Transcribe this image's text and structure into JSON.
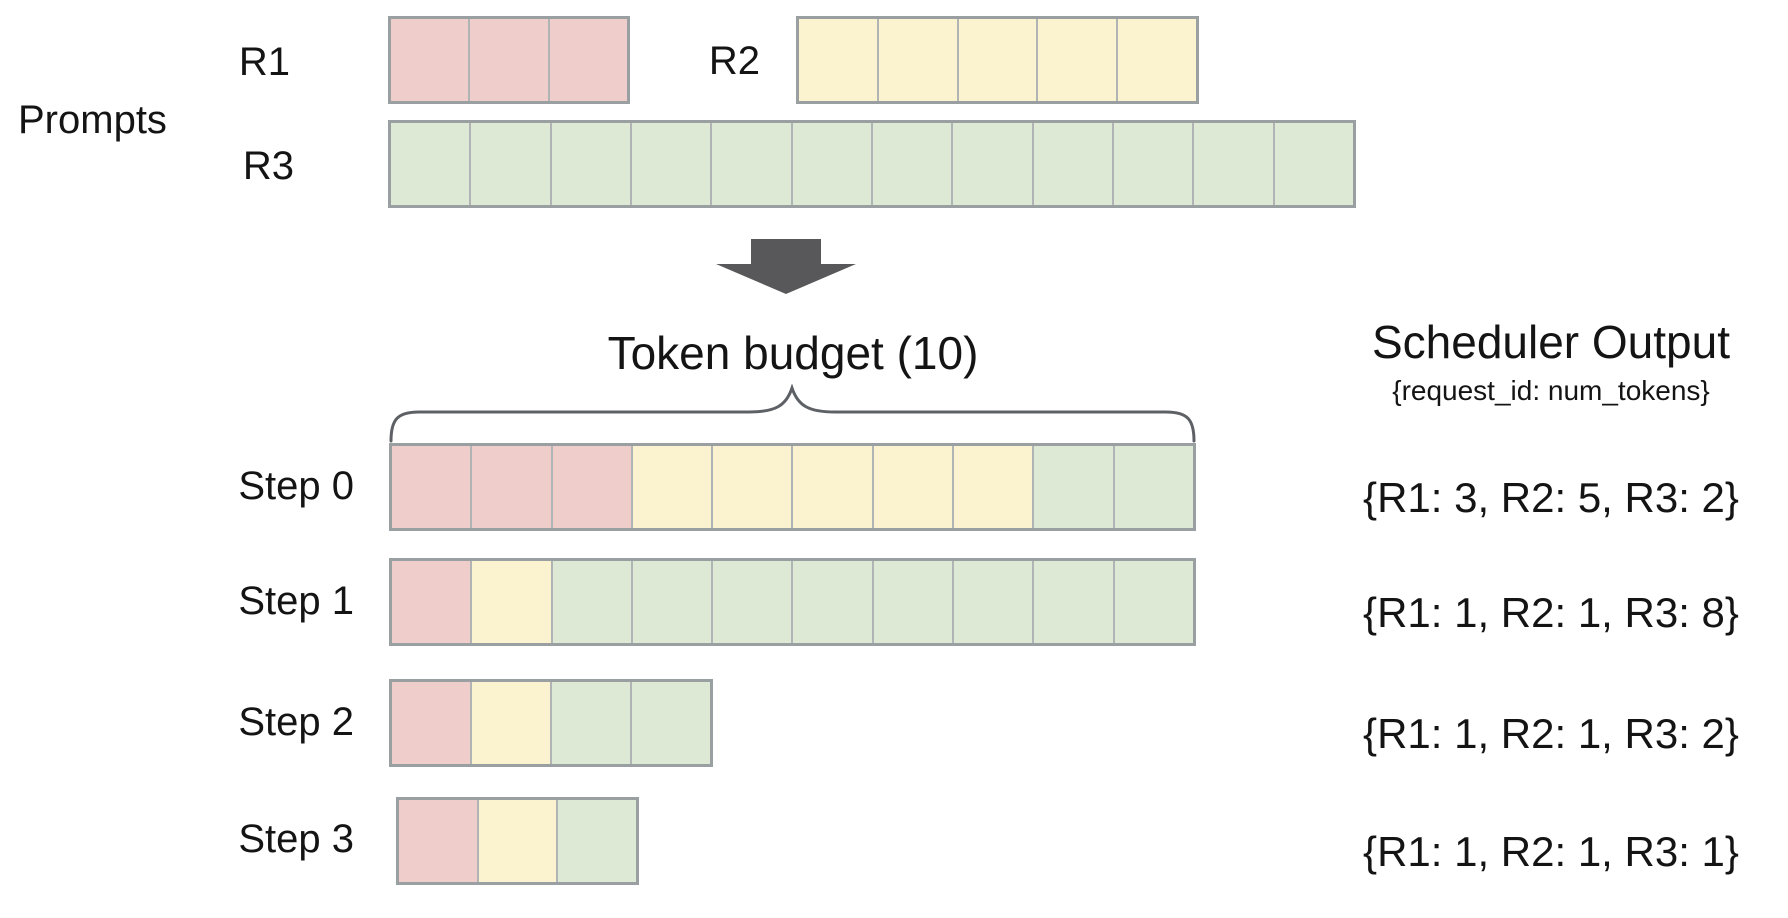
{
  "colors": {
    "R1": "#efcdca",
    "R2": "#fbf2cf",
    "R3": "#dde9d5",
    "arrow": "#58585a",
    "brace": "#5d6165",
    "row_border_outer": "#9aa0a2",
    "row_border_inner": "#b0b4b5",
    "text": "#141414"
  },
  "prompts": {
    "section_label": "Prompts",
    "rows": [
      {
        "id": "R1",
        "label": "R1",
        "num_tokens": 3
      },
      {
        "id": "R2",
        "label": "R2",
        "num_tokens": 5
      },
      {
        "id": "R3",
        "label": "R3",
        "num_tokens": 12
      }
    ]
  },
  "token_budget": {
    "label": "Token budget (10)",
    "value": 10
  },
  "scheduler_output": {
    "title": "Scheduler Output",
    "subtitle": "{request_id: num_tokens}"
  },
  "steps": [
    {
      "label": "Step 0",
      "segments": [
        {
          "request": "R1",
          "tokens": 3
        },
        {
          "request": "R2",
          "tokens": 5
        },
        {
          "request": "R3",
          "tokens": 2
        }
      ],
      "output": "{R1: 3, R2: 5, R3: 2}"
    },
    {
      "label": "Step 1",
      "segments": [
        {
          "request": "R1",
          "tokens": 1
        },
        {
          "request": "R2",
          "tokens": 1
        },
        {
          "request": "R3",
          "tokens": 8
        }
      ],
      "output": "{R1: 1, R2: 1, R3: 8}"
    },
    {
      "label": "Step 2",
      "segments": [
        {
          "request": "R1",
          "tokens": 1
        },
        {
          "request": "R2",
          "tokens": 1
        },
        {
          "request": "R3",
          "tokens": 2
        }
      ],
      "output": "{R1: 1, R2: 1, R3: 2}"
    },
    {
      "label": "Step 3",
      "segments": [
        {
          "request": "R1",
          "tokens": 1
        },
        {
          "request": "R2",
          "tokens": 1
        },
        {
          "request": "R3",
          "tokens": 1
        }
      ],
      "output": "{R1: 1, R2: 1, R3: 1}"
    }
  ]
}
